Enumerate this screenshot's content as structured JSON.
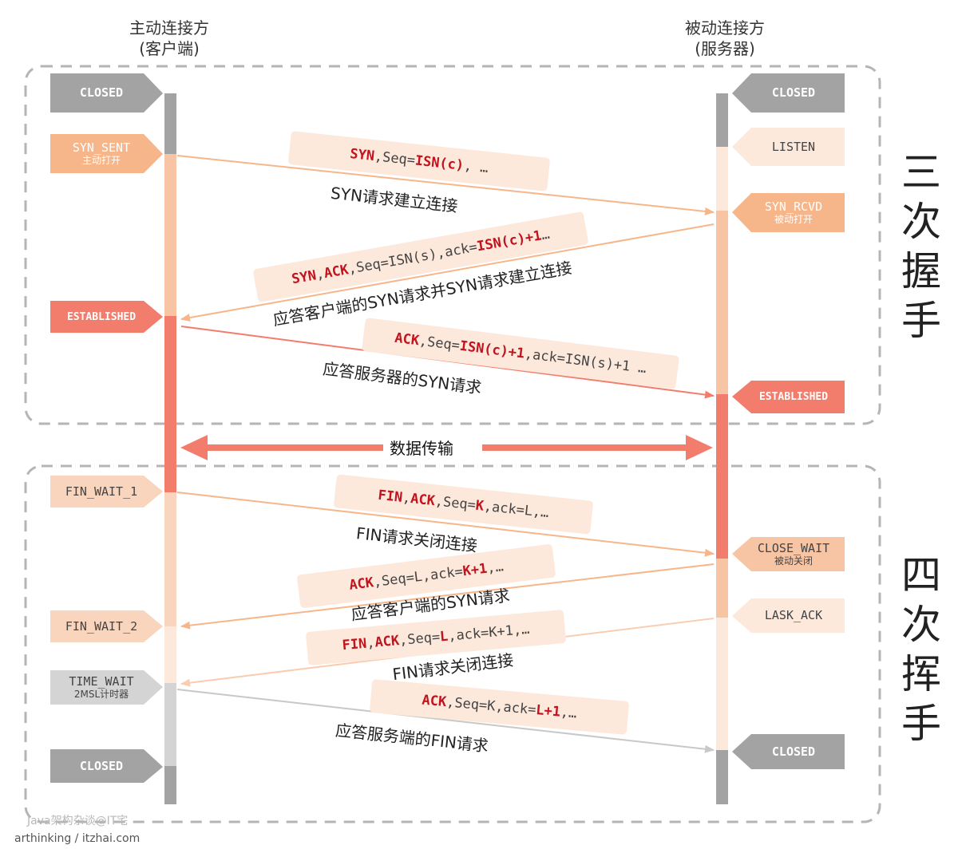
{
  "headers": {
    "client": "主动连接方",
    "client_sub": "(客户端)",
    "server": "被动连接方",
    "server_sub": "(服务器)"
  },
  "sections": {
    "three_way": "三次握手",
    "four_way": "四次挥手"
  },
  "client_states": [
    {
      "label": "CLOSED",
      "sub": "",
      "color": "#a3a3a3"
    },
    {
      "label": "SYN_SENT",
      "sub": "主动打开",
      "color": "#f7b68a"
    },
    {
      "label": "ESTABLISHED",
      "sub": "",
      "color": "#f27d6c"
    },
    {
      "label": "FIN_WAIT_1",
      "sub": "",
      "color": "#f9d5bd"
    },
    {
      "label": "FIN_WAIT_2",
      "sub": "",
      "color": "#f9d5bd"
    },
    {
      "label": "TIME_WAIT",
      "sub": "2MSL计时器",
      "color": "#d4d4d4"
    },
    {
      "label": "CLOSED",
      "sub": "",
      "color": "#a3a3a3"
    }
  ],
  "server_states": [
    {
      "label": "CLOSED",
      "sub": "",
      "color": "#a3a3a3"
    },
    {
      "label": "LISTEN",
      "sub": "",
      "color": "#fde8dc"
    },
    {
      "label": "SYN_RCVD",
      "sub": "被动打开",
      "color": "#f7b68a"
    },
    {
      "label": "ESTABLISHED",
      "sub": "",
      "color": "#f27d6c"
    },
    {
      "label": "CLOSE_WAIT",
      "sub": "被动关闭",
      "color": "#f7c4a4"
    },
    {
      "label": "LASK_ACK",
      "sub": "",
      "color": "#fde8dc"
    },
    {
      "label": "CLOSED",
      "sub": "",
      "color": "#a3a3a3"
    }
  ],
  "messages": [
    {
      "segments": [
        {
          "text": "SYN",
          "hl": true
        },
        {
          "text": ",Seq=",
          "hl": false
        },
        {
          "text": "ISN(c)",
          "hl": true
        },
        {
          "text": ", …",
          "hl": false
        }
      ],
      "caption": "SYN请求建立连接"
    },
    {
      "segments": [
        {
          "text": "SYN",
          "hl": true
        },
        {
          "text": ",",
          "hl": false
        },
        {
          "text": "ACK",
          "hl": true
        },
        {
          "text": ",Seq=ISN(s),ack=",
          "hl": false
        },
        {
          "text": "ISN(c)+1",
          "hl": true
        },
        {
          "text": " …",
          "hl": false
        }
      ],
      "caption": "应答客户端的SYN请求并SYN请求建立连接"
    },
    {
      "segments": [
        {
          "text": "ACK",
          "hl": true
        },
        {
          "text": ",Seq=",
          "hl": false
        },
        {
          "text": "ISN(c)+1",
          "hl": true
        },
        {
          "text": ",ack=ISN(s)+1 …",
          "hl": false
        }
      ],
      "caption": "应答服务器的SYN请求"
    },
    {
      "segments": [
        {
          "text": "FIN",
          "hl": true
        },
        {
          "text": ",",
          "hl": false
        },
        {
          "text": "ACK",
          "hl": true
        },
        {
          "text": ",Seq=",
          "hl": false
        },
        {
          "text": "K",
          "hl": true
        },
        {
          "text": ",ack=L,…",
          "hl": false
        }
      ],
      "caption": "FIN请求关闭连接"
    },
    {
      "segments": [
        {
          "text": "ACK",
          "hl": true
        },
        {
          "text": ",Seq=L,ack=",
          "hl": false
        },
        {
          "text": "K+1",
          "hl": true
        },
        {
          "text": ",…",
          "hl": false
        }
      ],
      "caption": "应答客户端的SYN请求"
    },
    {
      "segments": [
        {
          "text": "FIN",
          "hl": true
        },
        {
          "text": ",",
          "hl": false
        },
        {
          "text": "ACK",
          "hl": true
        },
        {
          "text": ",Seq=",
          "hl": false
        },
        {
          "text": "L",
          "hl": true
        },
        {
          "text": ",ack=K+1,…",
          "hl": false
        }
      ],
      "caption": "FIN请求关闭连接"
    },
    {
      "segments": [
        {
          "text": "ACK",
          "hl": true
        },
        {
          "text": ",Seq=K,ack=",
          "hl": false
        },
        {
          "text": "L+1",
          "hl": true
        },
        {
          "text": ",…",
          "hl": false
        }
      ],
      "caption": "应答服务端的FIN请求"
    }
  ],
  "data_transfer": "数据传输",
  "watermark": {
    "line1": "Java架构杂谈@IT宅",
    "line2": "arthinking / itzhai.com"
  },
  "colors": {
    "gray": "#a3a3a3",
    "light_gray": "#d4d4d4",
    "peach": "#f7b68a",
    "light_peach": "#f9d5bd",
    "pale_peach": "#fde8dc",
    "coral": "#f27d6c",
    "highlight_red": "#c0141e",
    "dash_border": "#b5b5b5"
  }
}
